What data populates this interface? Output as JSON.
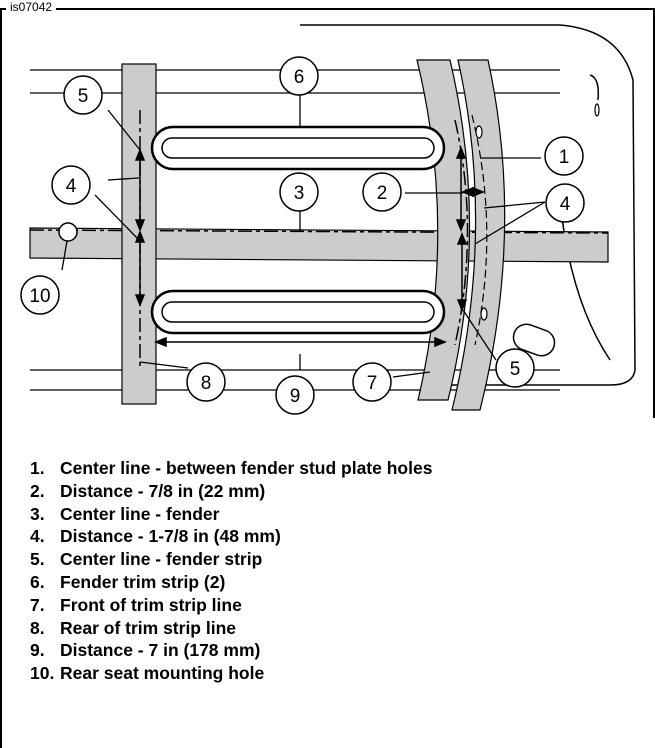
{
  "figure_id": "is07042",
  "callouts": [
    "1",
    "2",
    "3",
    "4",
    "5",
    "6",
    "7",
    "8",
    "9",
    "10"
  ],
  "legend": [
    {
      "num": "1.",
      "text": "Center line - between fender stud plate holes"
    },
    {
      "num": "2.",
      "text": "Distance - 7/8 in (22 mm)"
    },
    {
      "num": "3.",
      "text": "Center line - fender"
    },
    {
      "num": "4.",
      "text": "Distance - 1-7/8 in (48 mm)"
    },
    {
      "num": "5.",
      "text": "Center line - fender strip"
    },
    {
      "num": "6.",
      "text": "Fender trim strip (2)"
    },
    {
      "num": "7.",
      "text": "Front of trim strip line"
    },
    {
      "num": "8.",
      "text": "Rear of trim strip line"
    },
    {
      "num": "9.",
      "text": "Distance - 7 in (178 mm)"
    },
    {
      "num": "10.",
      "text": "Rear seat mounting hole"
    }
  ]
}
